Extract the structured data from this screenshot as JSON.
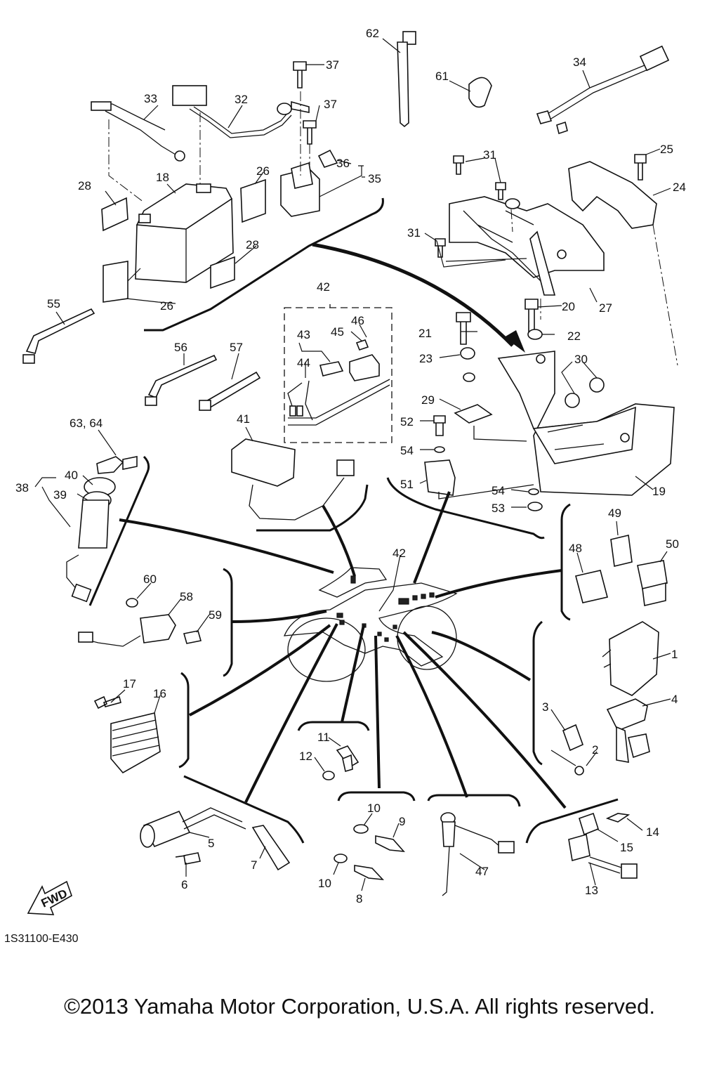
{
  "diagram_code": "1S31100-E430",
  "copyright": "©2013 Yamaha Motor Corporation, U.S.A. All rights reserved.",
  "fwd_label": "FWD",
  "callouts": [
    "62",
    "61",
    "34",
    "37",
    "37",
    "33",
    "32",
    "36",
    "35",
    "31",
    "25",
    "24",
    "31",
    "18",
    "28",
    "26",
    "28",
    "26",
    "31",
    "20",
    "27",
    "21",
    "22",
    "42",
    "46",
    "45",
    "43",
    "44",
    "23",
    "30",
    "29",
    "55",
    "56",
    "57",
    "52",
    "54",
    "51",
    "54",
    "53",
    "19",
    "63, 64",
    "40",
    "39",
    "38",
    "41",
    "42",
    "49",
    "48",
    "50",
    "60",
    "58",
    "59",
    "1",
    "17",
    "16",
    "4",
    "3",
    "11",
    "12",
    "2",
    "10",
    "9",
    "10",
    "8",
    "5",
    "6",
    "7",
    "47",
    "14",
    "15",
    "13"
  ]
}
